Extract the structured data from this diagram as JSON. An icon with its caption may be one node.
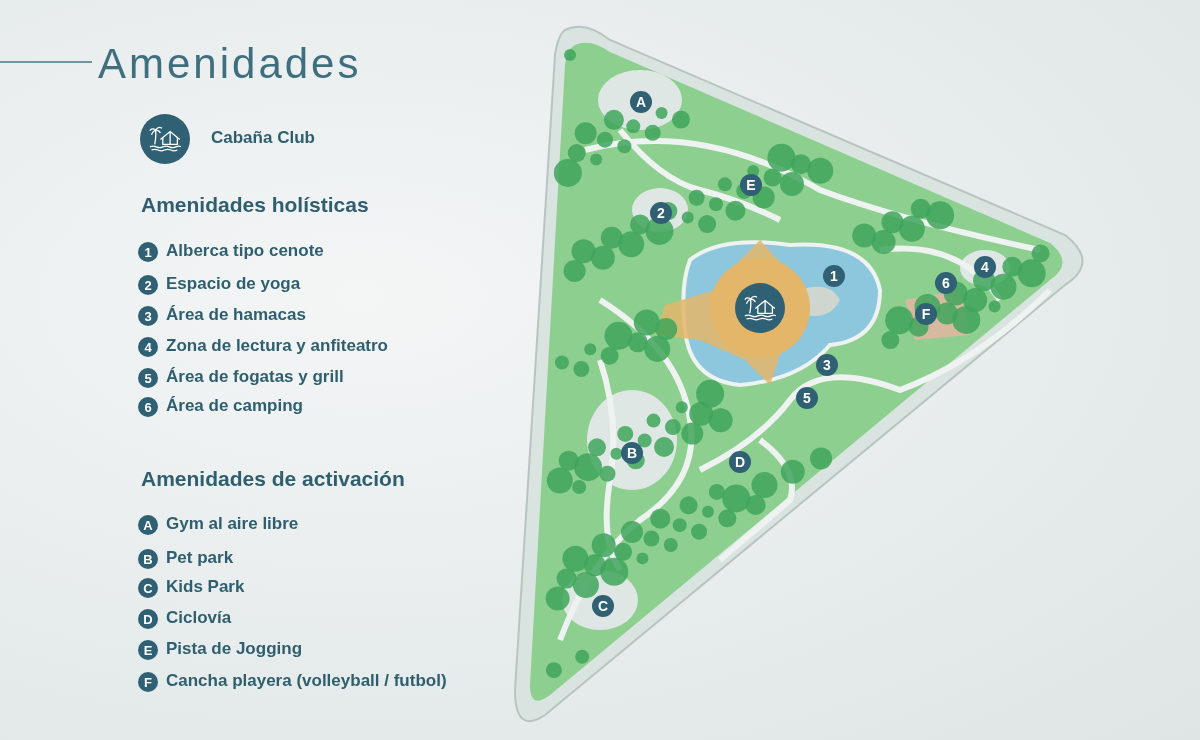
{
  "diagram": {
    "title": "Amenidades",
    "nodes": [
      {
        "text": [],
        "shape": "circle",
        "beside": [
          "Cabaña Club"
        ]
      },
      {
        "text": [
          "1"
        ],
        "beside": [
          "Alberca tipo cenote"
        ]
      },
      {
        "text": [
          "2"
        ],
        "beside": [
          "Espacio de yoga"
        ]
      },
      {
        "text": [
          "3"
        ],
        "beside": [
          "Área de hamacas"
        ]
      },
      {
        "text": [
          "4"
        ],
        "beside": [
          "Zona de lectura y anfiteatro"
        ]
      },
      {
        "text": [
          "5"
        ],
        "beside": [
          "Área de fogatas y grill"
        ]
      },
      {
        "text": [
          "6"
        ],
        "beside": [
          "Área de camping"
        ]
      },
      {
        "text": [
          "A"
        ],
        "beside": [
          "Gym al aire libre"
        ]
      },
      {
        "text": [
          "B"
        ],
        "beside": [
          "Pet park"
        ]
      },
      {
        "text": [
          "C"
        ],
        "beside": [
          "Kids Park"
        ]
      },
      {
        "text": [
          "D"
        ],
        "beside": [
          "Ciclovía"
        ]
      },
      {
        "text": [
          "E"
        ],
        "beside": [
          "Pista de Jogging"
        ]
      },
      {
        "text": [
          "F"
        ],
        "beside": [
          "Cancha playera (volleyball / futbol)"
        ]
      },
      {
        "text": [],
        "shape": "circle"
      },
      {
        "text": [
          "1"
        ]
      },
      {
        "text": [
          "2"
        ]
      },
      {
        "text": [
          "3"
        ]
      },
      {
        "text": [
          "4"
        ]
      },
      {
        "text": [
          "5"
        ]
      },
      {
        "text": [
          "6"
        ]
      },
      {
        "text": [
          "A"
        ]
      },
      {
        "text": [
          "B"
        ]
      },
      {
        "text": [
          "C"
        ]
      },
      {
        "text": [
          "D"
        ]
      },
      {
        "text": [
          "E"
        ]
      },
      {
        "text": [
          "F"
        ]
      }
    ],
    "labels": [
      "Amenidades holísticas",
      "Amenidades de activación"
    ]
  }
}
